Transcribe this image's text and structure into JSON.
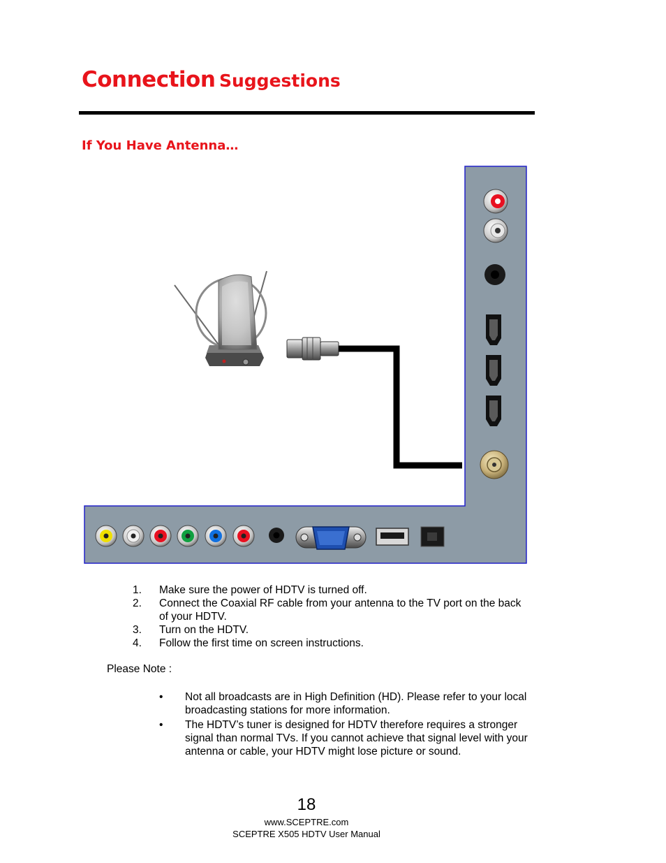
{
  "header": {
    "title_main": "Connection",
    "title_rest": "Suggestions",
    "subtitle": "If You Have Antenna…"
  },
  "steps": [
    {
      "num": "1.",
      "text": "Make sure the power of HDTV is turned off."
    },
    {
      "num": "2.",
      "text": "Connect the Coaxial RF cable from your antenna to the TV port on the back of your HDTV."
    },
    {
      "num": "3.",
      "text": "Turn on the HDTV."
    },
    {
      "num": "4.",
      "text": "Follow the first time on screen instructions."
    }
  ],
  "note_label": "Please Note :",
  "bullet_glyph": "•",
  "notes": [
    "Not all broadcasts are in High Definition (HD).  Please refer to your local broadcasting stations for more information.",
    "The HDTV’s tuner is designed for HDTV therefore requires a stronger signal than normal TVs.  If you cannot achieve that signal level with your antenna or cable, your HDTV might lose picture or sound."
  ],
  "footer": {
    "page_number": "18",
    "website": "www.SCEPTRE.com",
    "manual": "SCEPTRE X505 HDTV User Manual"
  },
  "colors": {
    "accent": "#e8141b",
    "panel": "#8d9ba6",
    "panel_border": "#2121c9"
  },
  "diagram": {
    "side_ports": [
      "rca-red",
      "rca-white",
      "minijack",
      "hdmi",
      "hdmi",
      "hdmi",
      "coax-rf"
    ],
    "bottom_ports": [
      "rca-yellow",
      "rca-white",
      "rca-red",
      "rca-green",
      "rca-blue",
      "rca-red",
      "minijack",
      "vga",
      "usb",
      "optical"
    ]
  }
}
